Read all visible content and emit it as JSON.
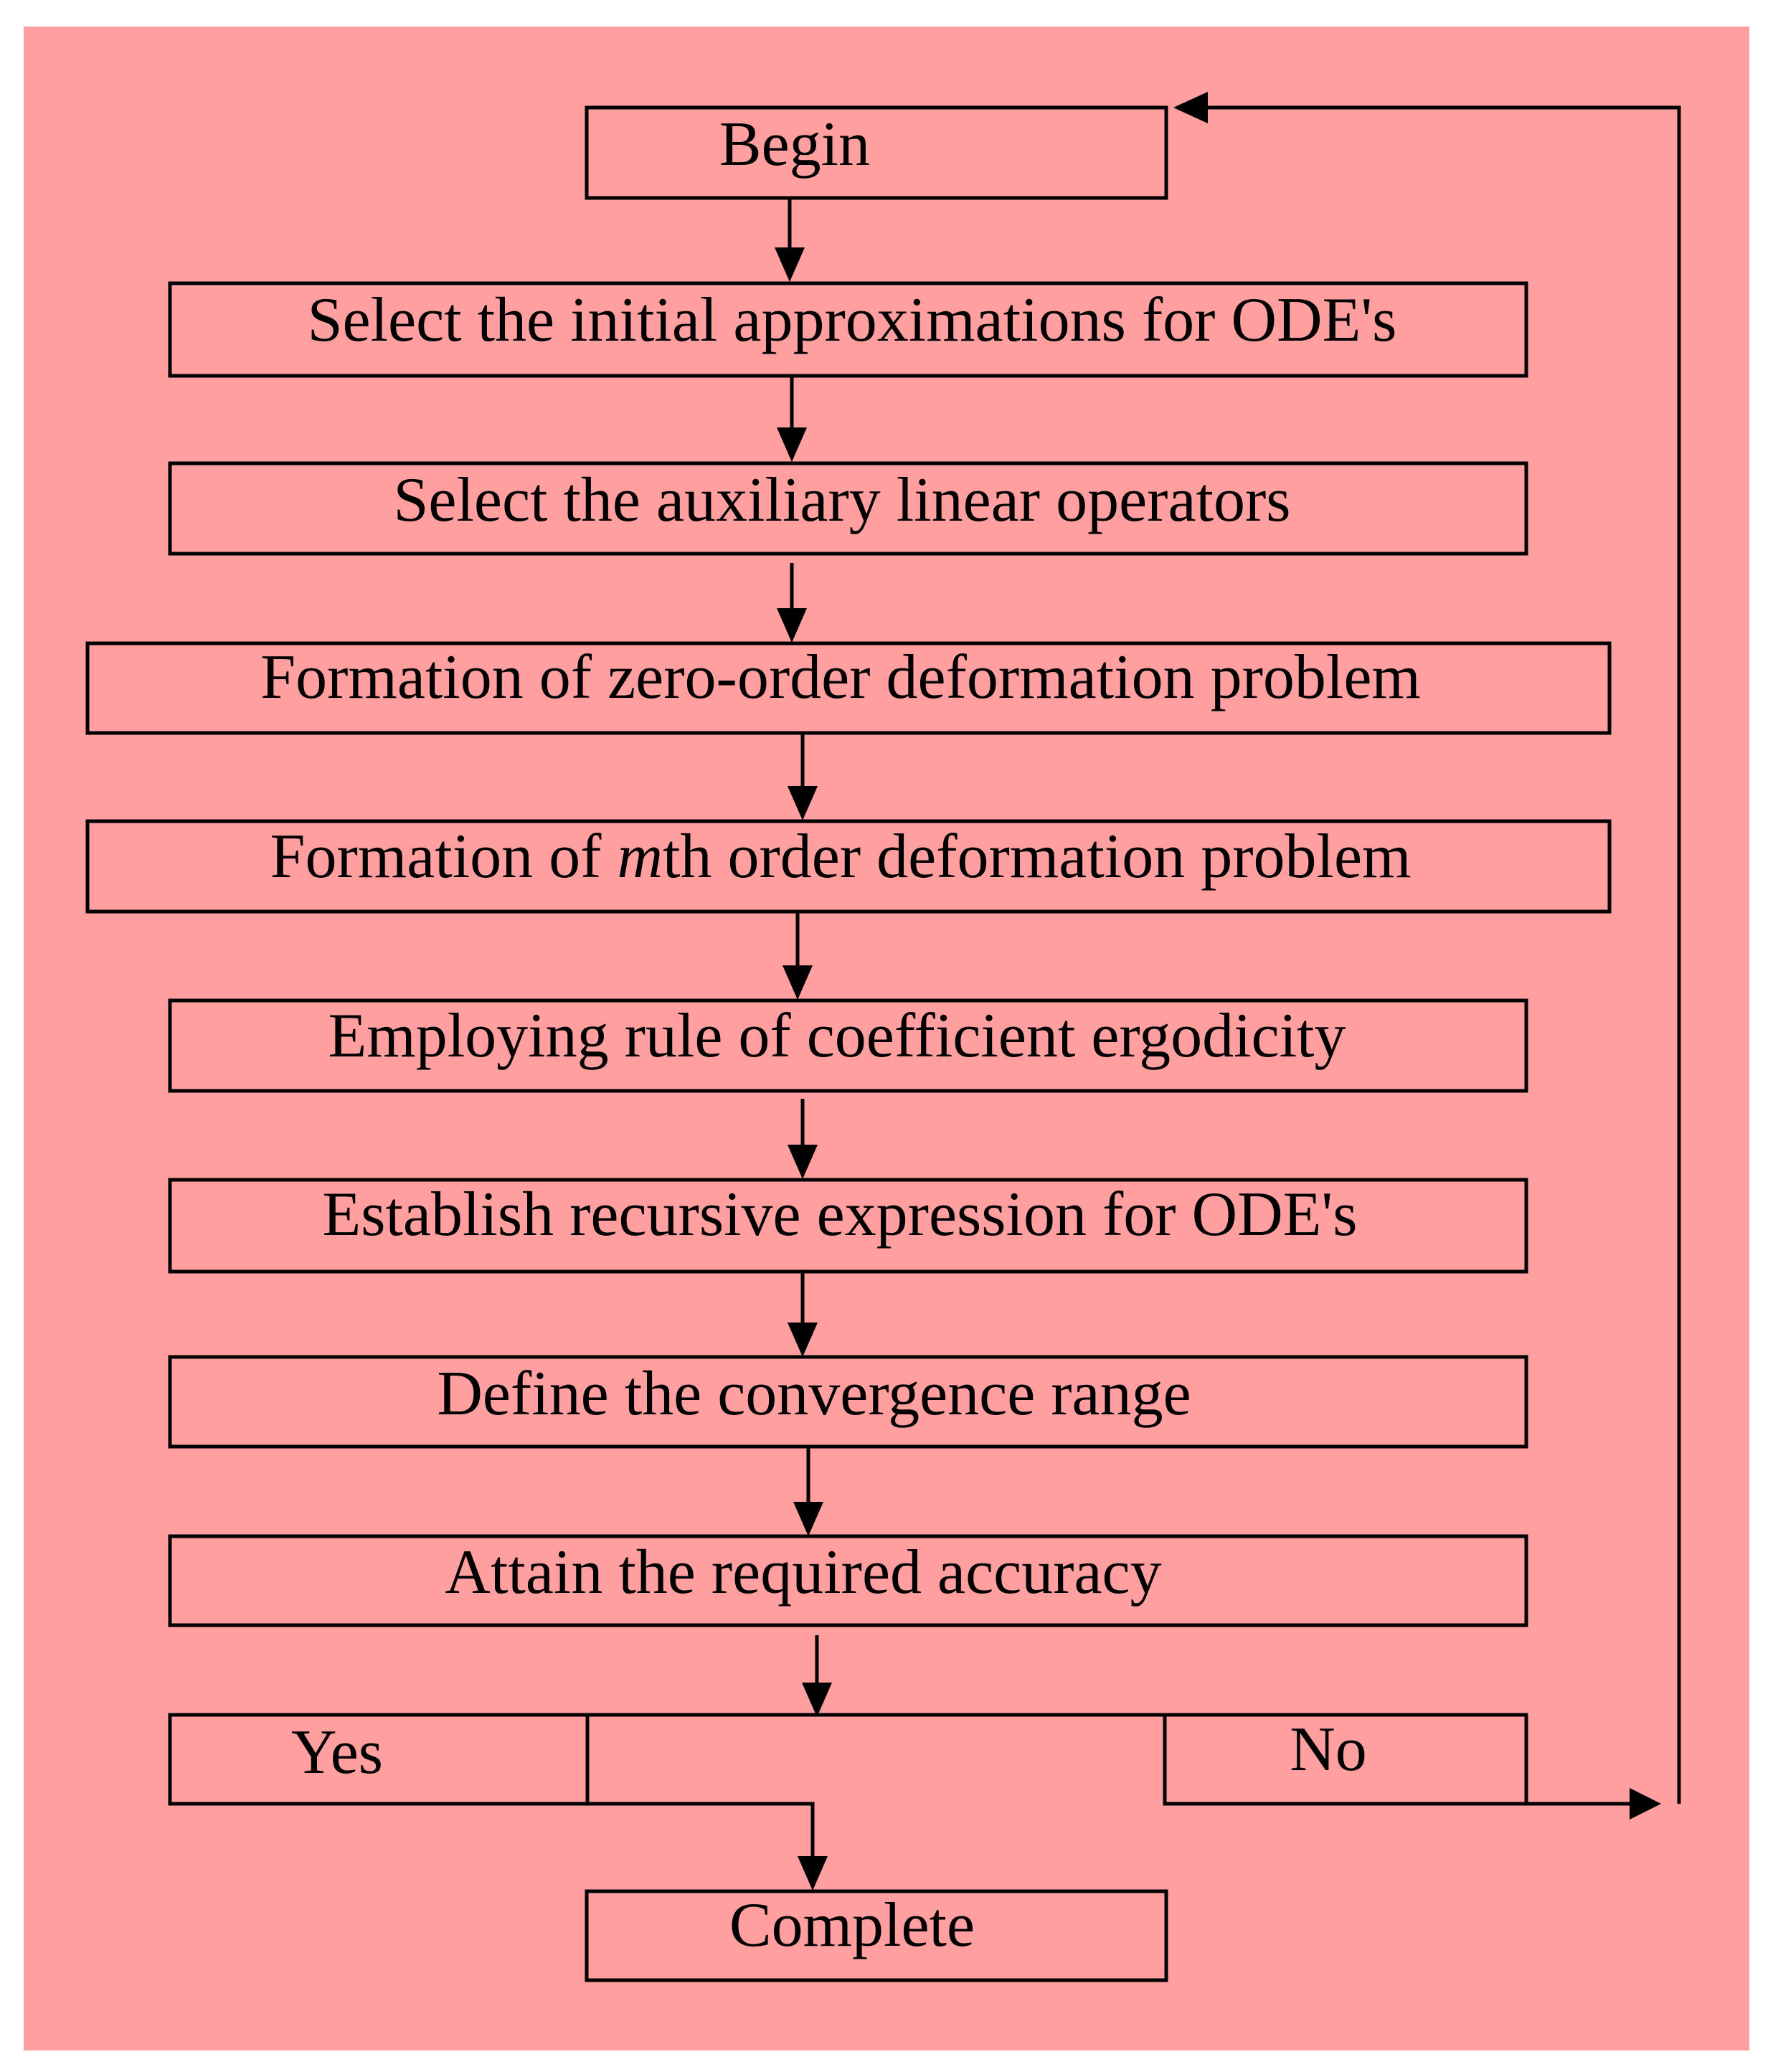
{
  "colors": {
    "background": "#FF9F9F",
    "page": "#FFFFFF",
    "stroke": "#000000"
  },
  "steps": {
    "begin": "Begin",
    "initial": "Select the initial approximations for ODE's",
    "operators": "Select the auxiliary linear operators",
    "zero_order": "Formation of zero-order deformation problem",
    "mth_prefix": "Formation of ",
    "mth_var": "m",
    "mth_suffix": "th order deformation problem",
    "ergodicity": "Employing rule of coefficient ergodicity",
    "recursive": "Establish recursive expression for ODE's",
    "convergence": "Define the convergence range",
    "accuracy": "Attain the required accuracy",
    "yes": "Yes",
    "no": "No",
    "complete": "Complete"
  }
}
